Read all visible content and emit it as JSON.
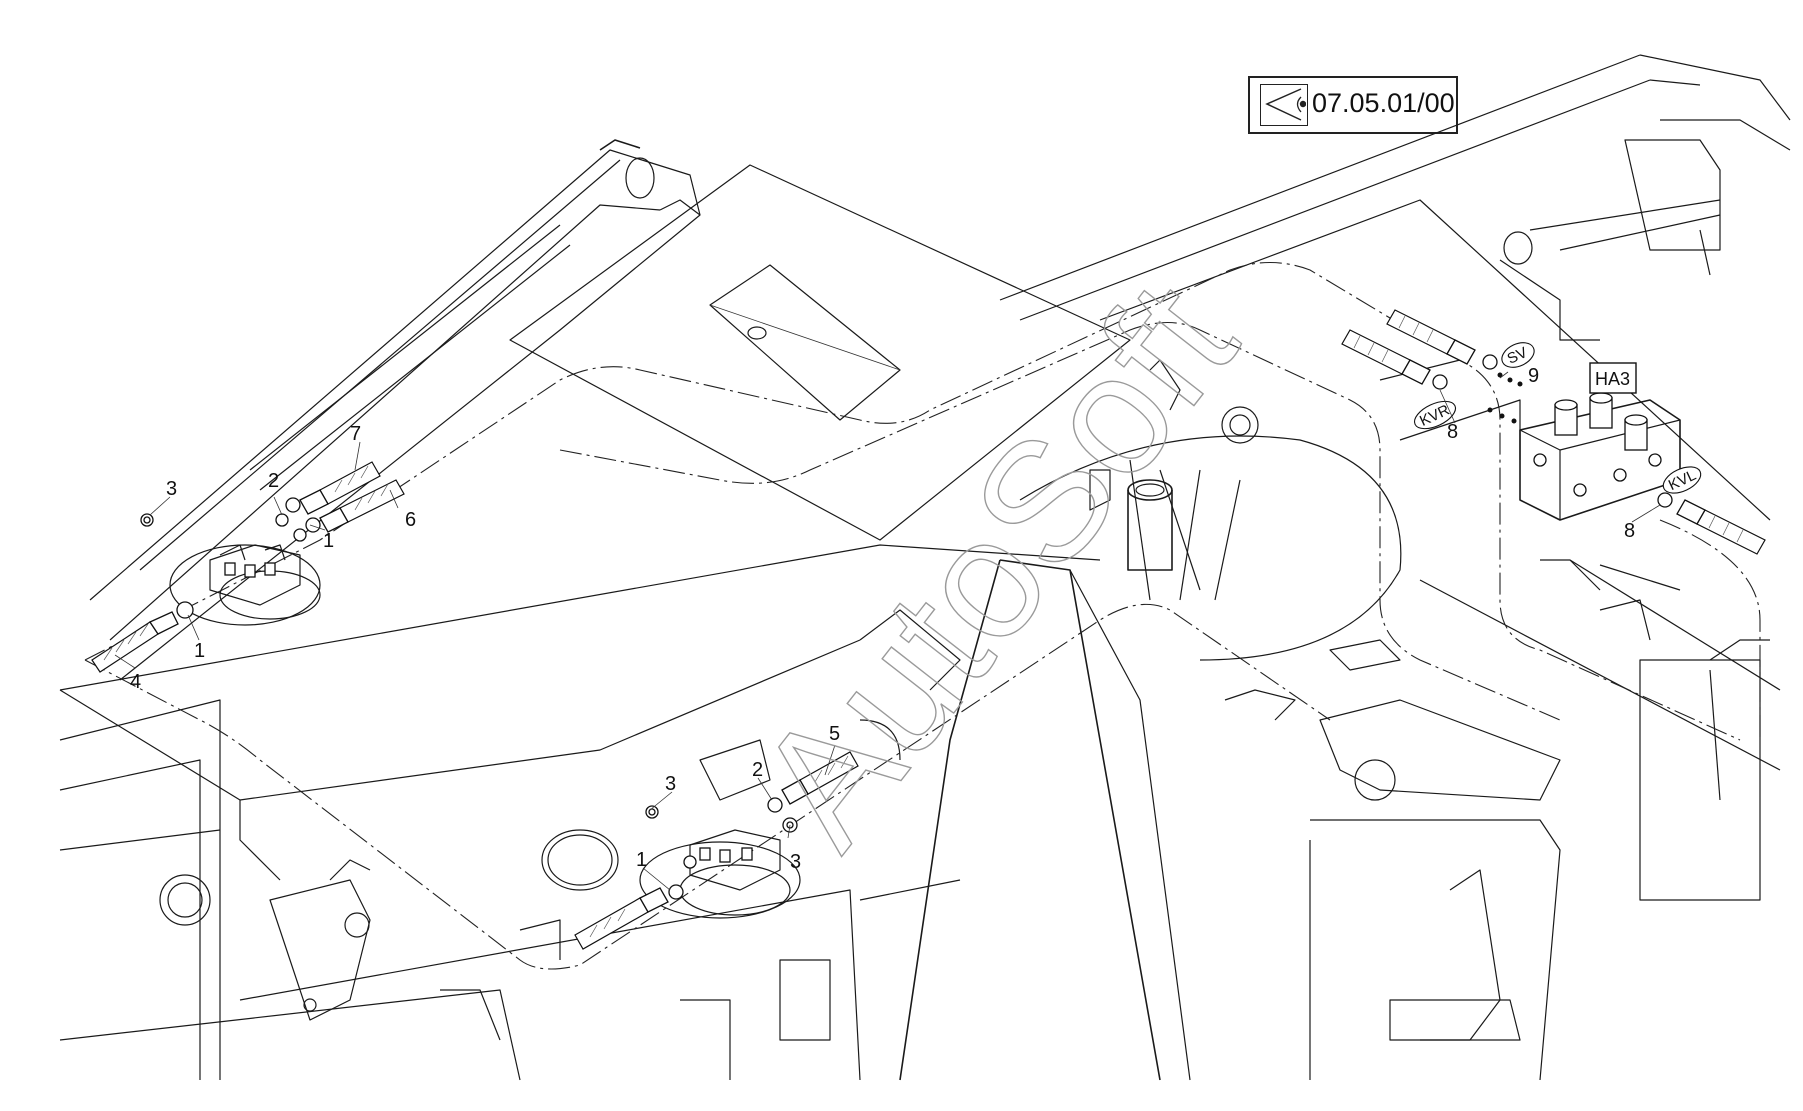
{
  "reference": {
    "code": "07.05.01/00",
    "icon": "view-direction-eye-icon"
  },
  "watermark": "AutoSoft",
  "callouts": {
    "left_assembly": {
      "n3": "3",
      "n2": "2",
      "n7": "7",
      "n6": "6",
      "n1_top": "1",
      "n1_bottom": "1",
      "n4": "4"
    },
    "center_assembly": {
      "n5": "5",
      "n2": "2",
      "n3_left": "3",
      "n3_right": "3",
      "n1": "1"
    },
    "right_assembly": {
      "n9": "9",
      "n8_top": "8",
      "n8_bottom": "8"
    }
  },
  "port_tags": {
    "sv": "SV",
    "kvr": "KVR",
    "kvl": "KVL"
  },
  "valve_block_label": "HA3"
}
